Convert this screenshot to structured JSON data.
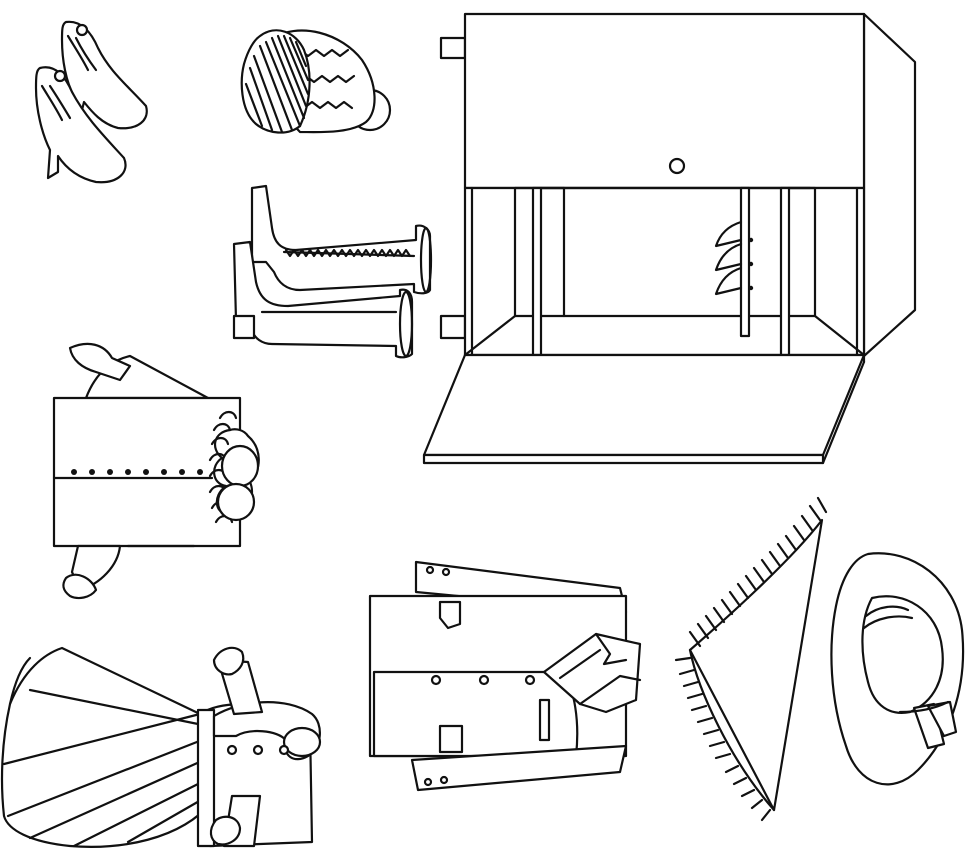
{
  "colors": {
    "ink": "#111111",
    "paper": "#ffffff"
  },
  "items": [
    {
      "id": "high-heel-shoes"
    },
    {
      "id": "knit-bobble-hat"
    },
    {
      "id": "rubber-boots"
    },
    {
      "id": "wardrobe"
    },
    {
      "id": "blouse"
    },
    {
      "id": "dress"
    },
    {
      "id": "coat"
    },
    {
      "id": "fringed-shawl"
    },
    {
      "id": "brimmed-hat"
    }
  ]
}
